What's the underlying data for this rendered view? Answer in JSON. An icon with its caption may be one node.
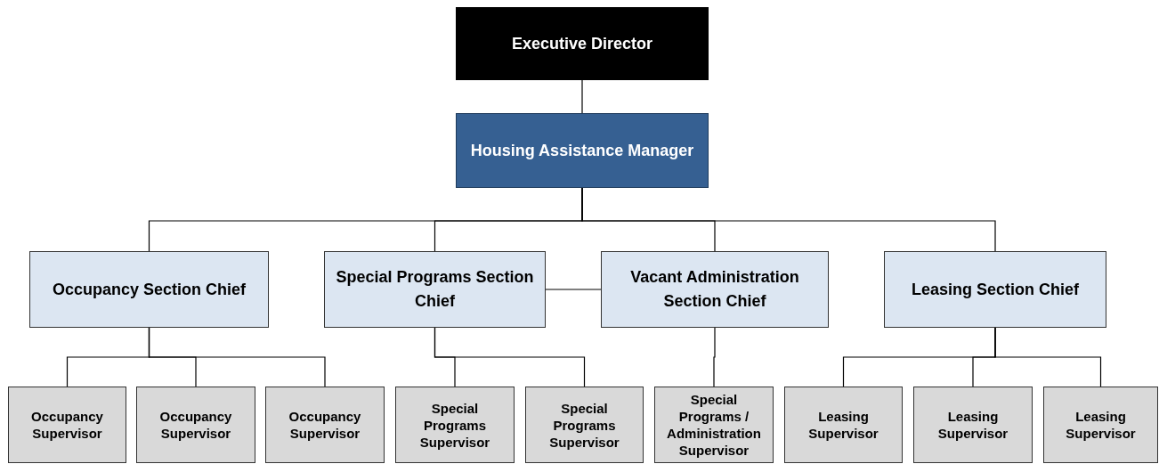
{
  "diagram": {
    "nodes": [
      {
        "text": [
          "Executive Director"
        ]
      },
      {
        "text": [
          "Housing Assistance Manager"
        ]
      },
      {
        "text": [
          "Occupancy Section Chief"
        ]
      },
      {
        "text": [
          "Special Programs Section Chief"
        ]
      },
      {
        "text": [
          "Vacant Administration Section Chief"
        ]
      },
      {
        "text": [
          "Leasing Section Chief"
        ]
      },
      {
        "text": [
          "Occupancy Supervisor"
        ]
      },
      {
        "text": [
          "Occupancy Supervisor"
        ]
      },
      {
        "text": [
          "Occupancy Supervisor"
        ]
      },
      {
        "text": [
          "Special Programs Supervisor"
        ]
      },
      {
        "text": [
          "Special Programs Supervisor"
        ]
      },
      {
        "text": [
          "Special Programs / Administration Supervisor"
        ]
      },
      {
        "text": [
          "Leasing Supervisor"
        ]
      },
      {
        "text": [
          "Leasing Supervisor"
        ]
      },
      {
        "text": [
          "Leasing Supervisor"
        ]
      }
    ],
    "edges": [
      {
        "from": 0,
        "to": 1,
        "arrow": "none"
      },
      {
        "from": 1,
        "to": 2,
        "arrow": "none"
      },
      {
        "from": 1,
        "to": 3,
        "arrow": "none"
      },
      {
        "from": 1,
        "to": 4,
        "arrow": "none"
      },
      {
        "from": 1,
        "to": 5,
        "arrow": "none"
      },
      {
        "from": 3,
        "to": 4,
        "arrow": "none"
      },
      {
        "from": 2,
        "to": 6,
        "arrow": "none"
      },
      {
        "from": 2,
        "to": 7,
        "arrow": "none"
      },
      {
        "from": 2,
        "to": 8,
        "arrow": "none"
      },
      {
        "from": 3,
        "to": 9,
        "arrow": "none"
      },
      {
        "from": 3,
        "to": 10,
        "arrow": "none"
      },
      {
        "from": 4,
        "to": 11,
        "arrow": "none"
      },
      {
        "from": 5,
        "to": 12,
        "arrow": "none"
      },
      {
        "from": 5,
        "to": 13,
        "arrow": "none"
      },
      {
        "from": 5,
        "to": 14,
        "arrow": "none"
      }
    ]
  }
}
